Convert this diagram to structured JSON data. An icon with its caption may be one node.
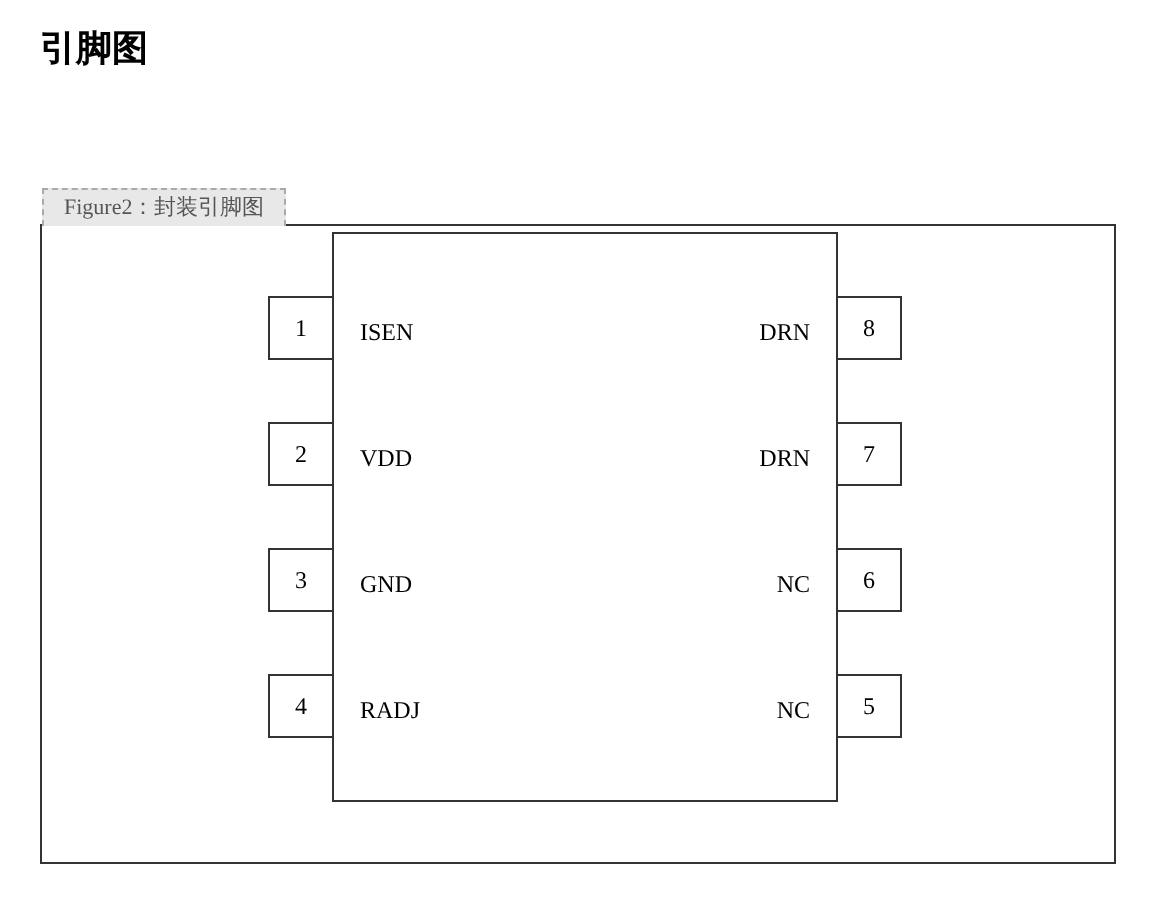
{
  "diagram": {
    "title": "引脚图",
    "nodes": [
      {
        "text": [
          "Figure2：封装引脚图"
        ]
      },
      {
        "text": [],
        "shape": "box",
        "in": 0
      },
      {
        "text": [
          "1"
        ],
        "in": 0
      },
      {
        "text": [
          "2"
        ],
        "in": 0
      },
      {
        "text": [
          "3"
        ],
        "in": 0
      },
      {
        "text": [
          "4"
        ],
        "in": 0
      },
      {
        "text": [
          "5"
        ],
        "in": 0
      },
      {
        "text": [
          "6"
        ],
        "in": 0
      },
      {
        "text": [
          "7"
        ],
        "in": 0
      },
      {
        "text": [
          "8"
        ],
        "in": 0
      }
    ],
    "labels": [
      "ISEN",
      "DRN",
      "VDD",
      "DRN",
      "GND",
      "NC",
      "RADJ",
      "NC"
    ]
  }
}
